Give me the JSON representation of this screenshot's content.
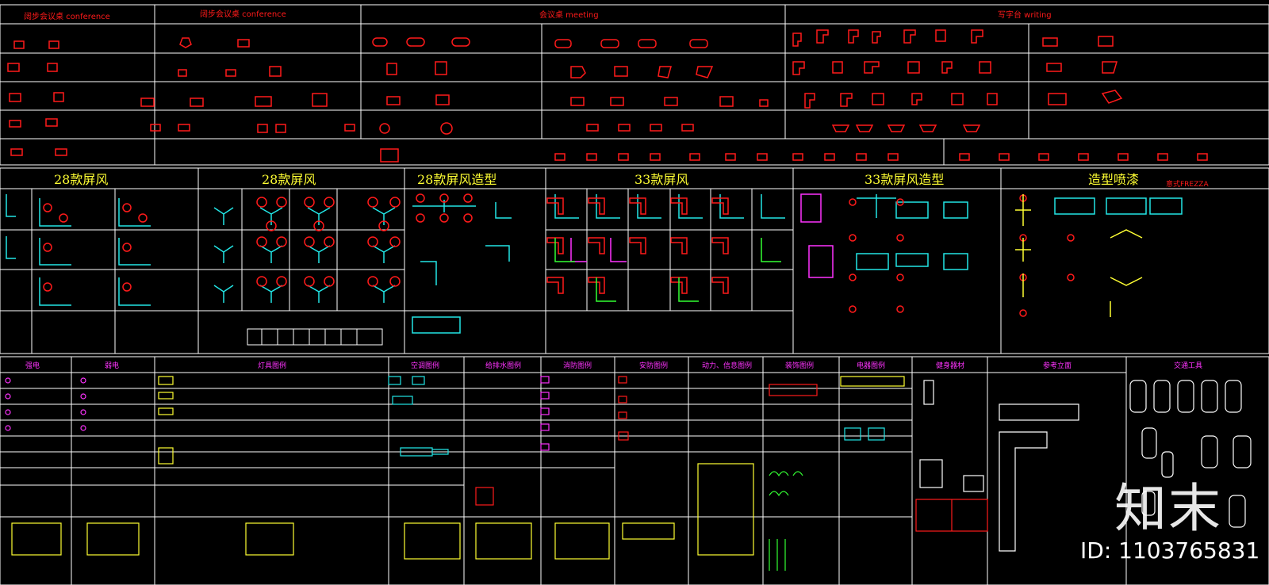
{
  "colors": {
    "line": "#ffffff",
    "red": "#ff1a1a",
    "yellow": "#ffff33",
    "cyan": "#22e6e6",
    "green": "#33ff33",
    "magenta": "#ff33ff"
  },
  "top_sections": {
    "conference_a": "阔步会议桌 conference",
    "conference_b": "阔步会议桌 conference",
    "meeting": "会议桌 meeting",
    "writing": "写字台  writing"
  },
  "screen_sections": {
    "s1": "28款屏风",
    "s2": "28款屏风",
    "s3": "28款屏风造型",
    "s4": "33款屏风",
    "s5": "33款屏风造型",
    "s6": "造型喷漆",
    "frezza": "意式FREZZA"
  },
  "legend_headers": [
    "强电",
    "弱电",
    "灯具图例",
    "空调图例",
    "给排水图例",
    "消防图例",
    "安防图例",
    "动力、信息图例",
    "装饰图例",
    "电器图例",
    "健身器材",
    "参考立面",
    "交通工具"
  ],
  "watermark": {
    "logo": "知末",
    "id": "ID: 1103765831"
  }
}
